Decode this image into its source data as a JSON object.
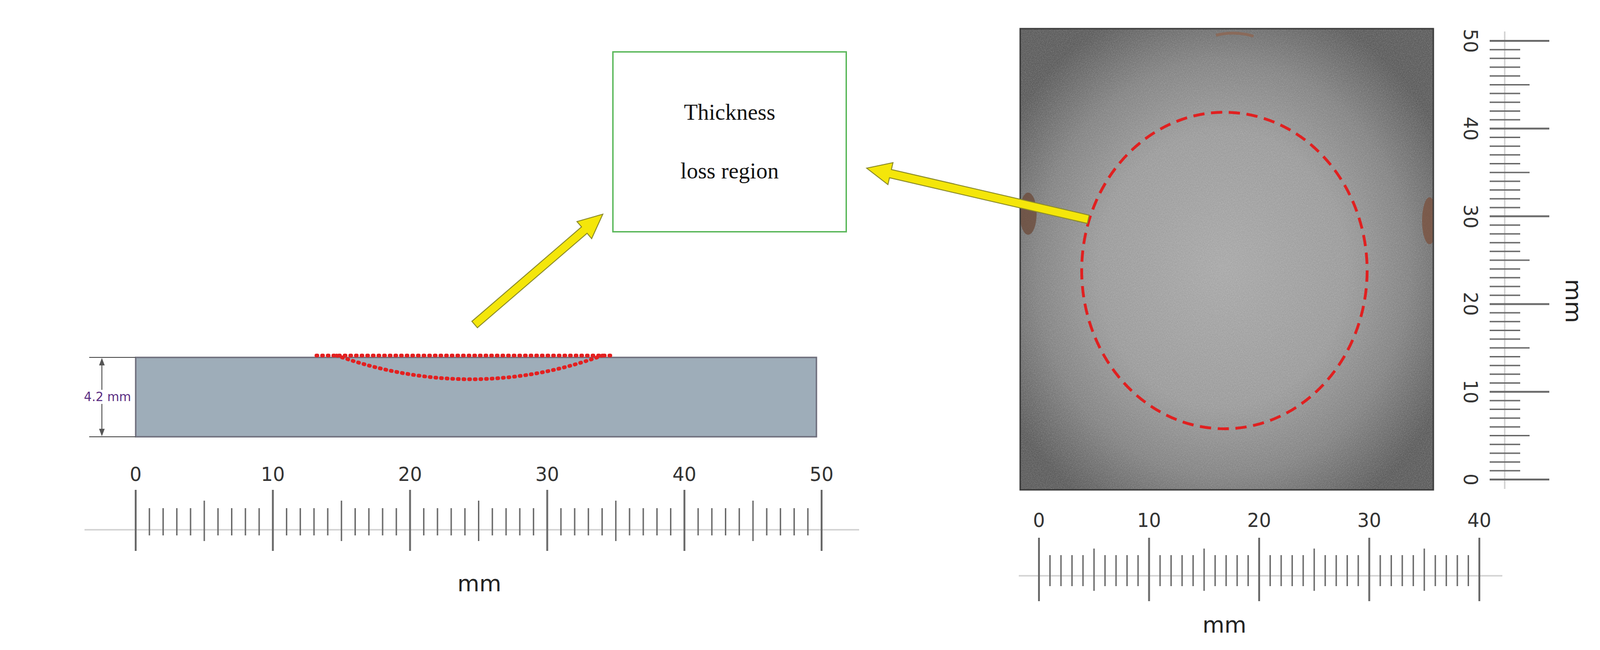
{
  "diagram": {
    "nodes": [
      {
        "text": [
          "Thickness loss region"
        ]
      }
    ],
    "labels": [
      "4.2 mm",
      "0",
      "10",
      "20",
      "30",
      "40",
      "50",
      "mm",
      "0",
      "10",
      "20",
      "30",
      "40",
      "50",
      "mm",
      "0",
      "10",
      "20",
      "30",
      "40",
      "mm"
    ]
  }
}
